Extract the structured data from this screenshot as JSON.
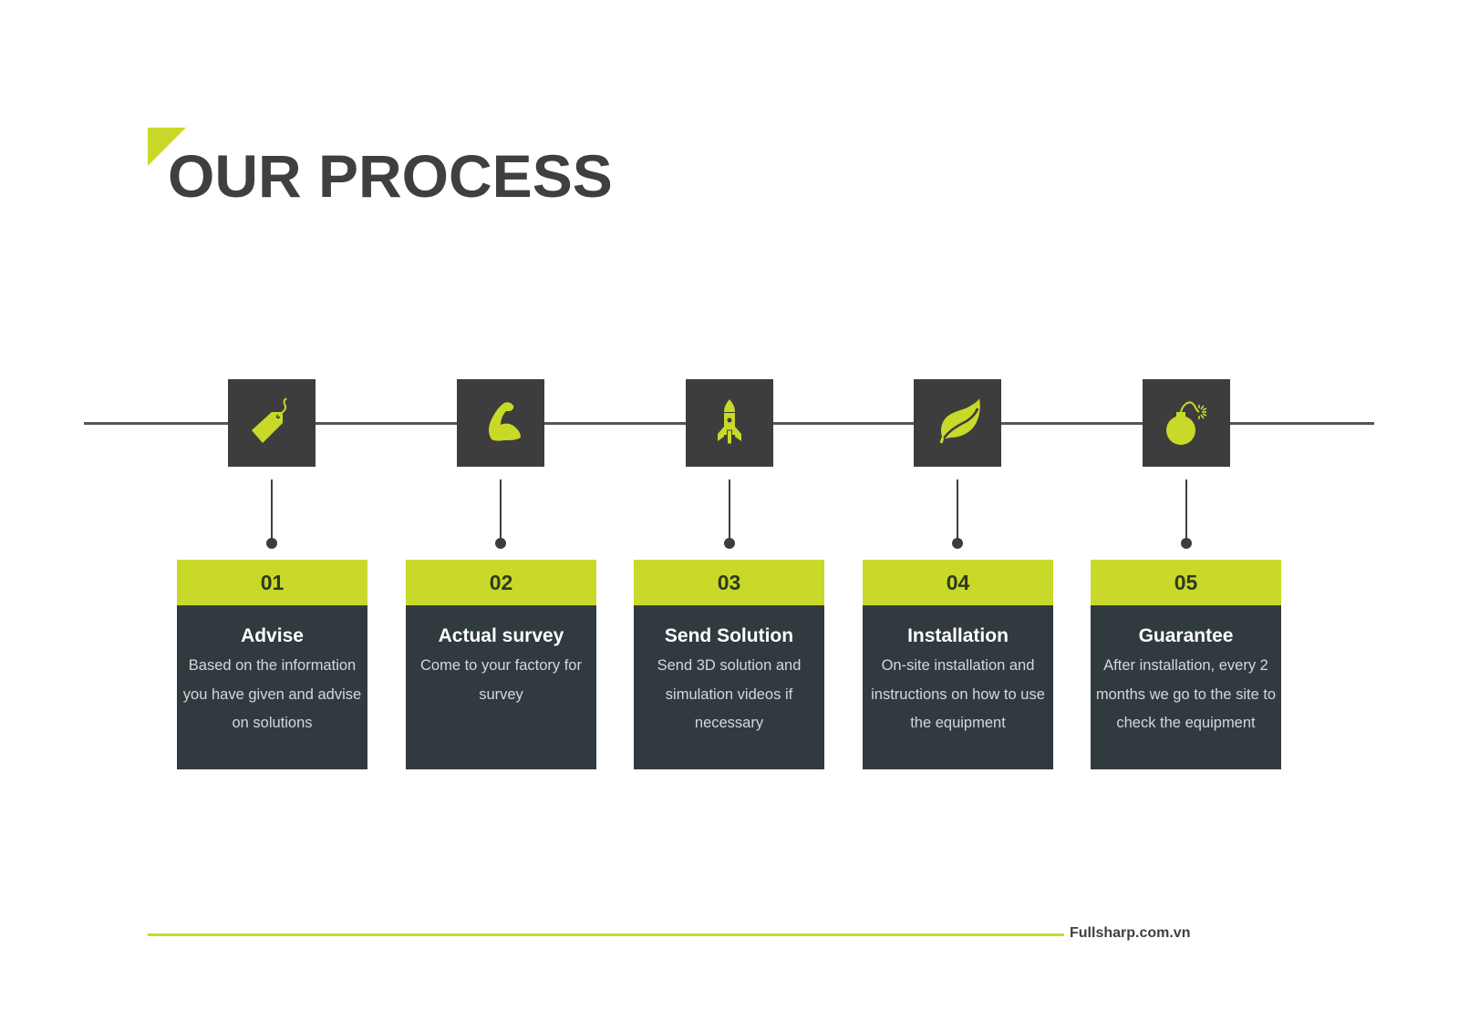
{
  "header": {
    "title": "OUR PROCESS"
  },
  "colors": {
    "accent": "#c9d92a",
    "dark_box": "#3d3d3d",
    "card_body": "#313a3f",
    "title_text": "#3f3f3f",
    "timeline": "#555555"
  },
  "steps": [
    {
      "number": "01",
      "title": "Advise",
      "description": "Based on the information you have given and advise on solutions",
      "icon": "price-tag-icon"
    },
    {
      "number": "02",
      "title": "Actual survey",
      "description": "Come to your factory for survey",
      "icon": "flexed-arm-icon"
    },
    {
      "number": "03",
      "title": "Send Solution",
      "description": "Send 3D solution and simulation videos if necessary",
      "icon": "rocket-icon"
    },
    {
      "number": "04",
      "title": "Installation",
      "description": "On-site installation and instructions on how to use the equipment",
      "icon": "leaf-icon"
    },
    {
      "number": "05",
      "title": "Guarantee",
      "description": "After installation, every 2 months we go to the site to check the equipment",
      "icon": "bomb-icon"
    }
  ],
  "footer": {
    "website": "Fullsharp.com.vn"
  }
}
